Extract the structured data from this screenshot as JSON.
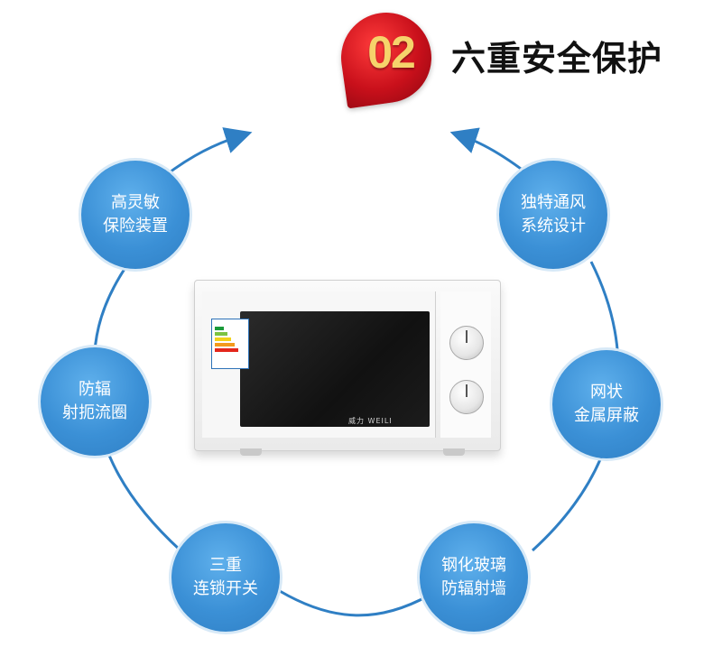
{
  "header": {
    "number": "02",
    "title": "六重安全保护"
  },
  "features": [
    {
      "line1": "高灵敏",
      "line2": "保险装置"
    },
    {
      "line1": "独特通风",
      "line2": "系统设计"
    },
    {
      "line1": "防辐",
      "line2": "射扼流圈"
    },
    {
      "line1": "网状",
      "line2": "金属屏蔽"
    },
    {
      "line1": "三重",
      "line2": "连锁开关"
    },
    {
      "line1": "钢化玻璃",
      "line2": "防辐射墙"
    }
  ],
  "product": {
    "brand": "威力 WEILI"
  },
  "colors": {
    "node_blue": "#3b90d6",
    "ring_blue": "#2f7fc4",
    "badge_red": "#c9101b",
    "badge_text_gold": "#f6d36b"
  }
}
